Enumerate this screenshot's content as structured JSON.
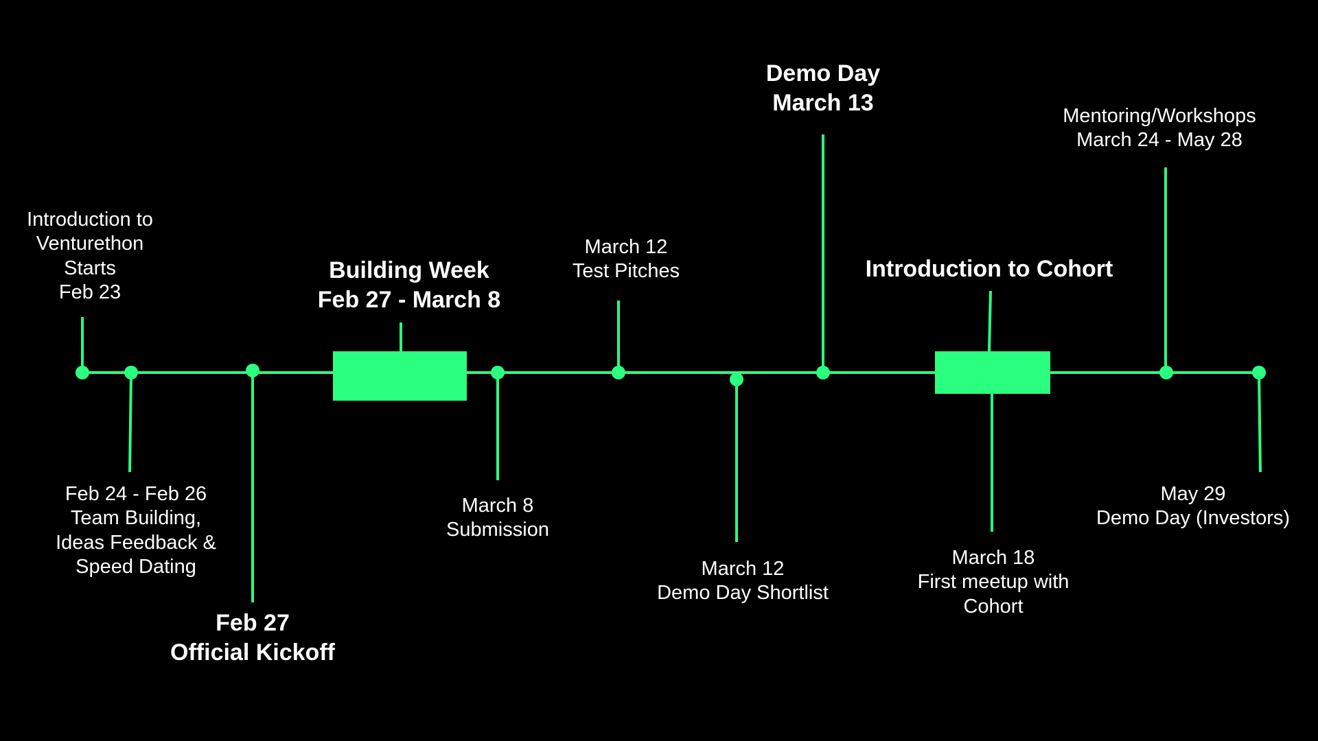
{
  "colors": {
    "background": "#000000",
    "accent": "#2bff7f",
    "text": "#ffffff"
  },
  "events": [
    {
      "id": "intro-venturethon",
      "kind": "dot",
      "side": "above",
      "emphasis": "minor",
      "lines": [
        "Introduction to",
        "Venturethon",
        "Starts",
        "Feb 23"
      ]
    },
    {
      "id": "team-building",
      "kind": "dot",
      "side": "below",
      "emphasis": "minor",
      "lines": [
        "Feb 24 - Feb 26",
        "Team Building,",
        "Ideas Feedback &",
        "Speed Dating"
      ]
    },
    {
      "id": "official-kickoff",
      "kind": "dot",
      "side": "below",
      "emphasis": "major",
      "lines": [
        "Feb 27",
        "Official Kickoff"
      ]
    },
    {
      "id": "building-week",
      "kind": "block",
      "side": "above",
      "emphasis": "major",
      "lines": [
        "Building Week",
        "Feb 27 - March 8"
      ]
    },
    {
      "id": "submission",
      "kind": "dot",
      "side": "below",
      "emphasis": "minor",
      "lines": [
        "March 8",
        "Submission"
      ]
    },
    {
      "id": "test-pitches",
      "kind": "dot",
      "side": "above",
      "emphasis": "minor",
      "lines": [
        "March 12",
        "Test Pitches"
      ]
    },
    {
      "id": "demo-day-shortlist",
      "kind": "dot",
      "side": "below",
      "emphasis": "minor",
      "lines": [
        "March 12",
        "Demo Day Shortlist"
      ]
    },
    {
      "id": "demo-day",
      "kind": "dot",
      "side": "above",
      "emphasis": "major",
      "lines": [
        "Demo Day",
        "March 13"
      ]
    },
    {
      "id": "intro-cohort",
      "kind": "block",
      "side": "above",
      "emphasis": "major",
      "lines": [
        "Introduction to Cohort"
      ]
    },
    {
      "id": "first-meetup",
      "kind": "block-branch",
      "side": "below",
      "emphasis": "minor",
      "lines": [
        "March 18",
        "First meetup with",
        "Cohort"
      ]
    },
    {
      "id": "mentoring",
      "kind": "dot",
      "side": "above",
      "emphasis": "minor",
      "lines": [
        "Mentoring/Workshops",
        "March 24 - May 28"
      ]
    },
    {
      "id": "investor-demo-day",
      "kind": "dot",
      "side": "below",
      "emphasis": "minor",
      "lines": [
        "May 29",
        "Demo Day (Investors)"
      ]
    }
  ]
}
